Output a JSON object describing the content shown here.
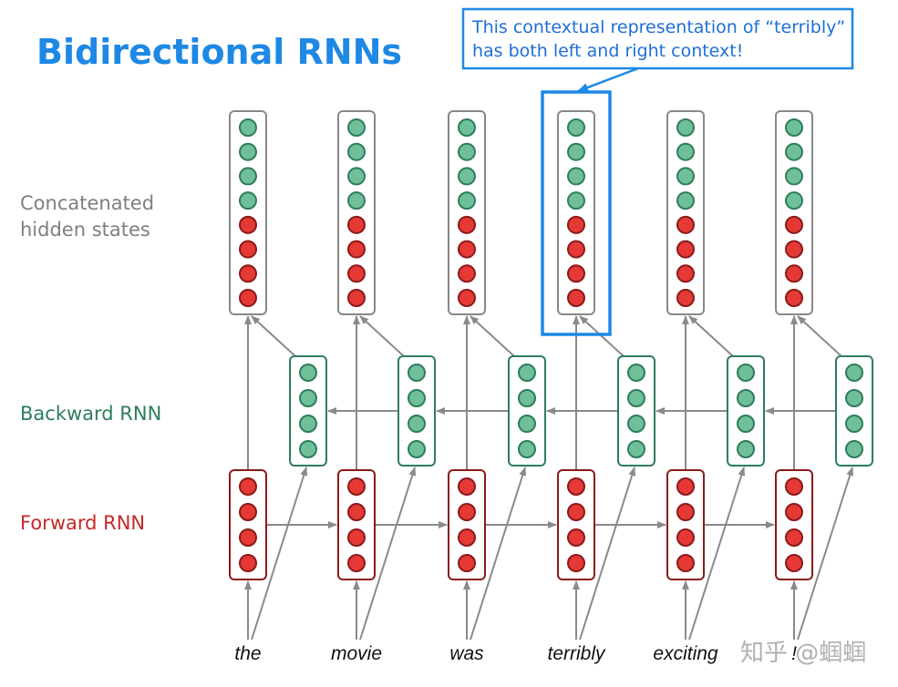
{
  "title": "Bidirectional RNNs",
  "callout": {
    "line1": "This contextual representation of “terribly”",
    "line2": "has both left and right context!"
  },
  "labels": {
    "concat_line1": "Concatenated",
    "concat_line2": "hidden states",
    "backward": "Backward RNN",
    "forward": "Forward RNN"
  },
  "words": [
    "the",
    "movie",
    "was",
    "terribly",
    "exciting",
    "!"
  ],
  "highlight_index": 3,
  "watermark": "知乎 @蝈蝈",
  "colors": {
    "title": "#1e88e5",
    "callout_border": "#1e88e5",
    "callout_text": "#1e6fd6",
    "label_gray": "#7f7f7f",
    "label_green": "#2e7d5b",
    "label_red": "#c62828",
    "green_fill": "#6fbf9a",
    "green_stroke": "#2e7d5b",
    "red_fill": "#e53935",
    "red_stroke": "#8b1a1a",
    "arrow": "#8a8a8a",
    "box_gray": "#888888"
  }
}
